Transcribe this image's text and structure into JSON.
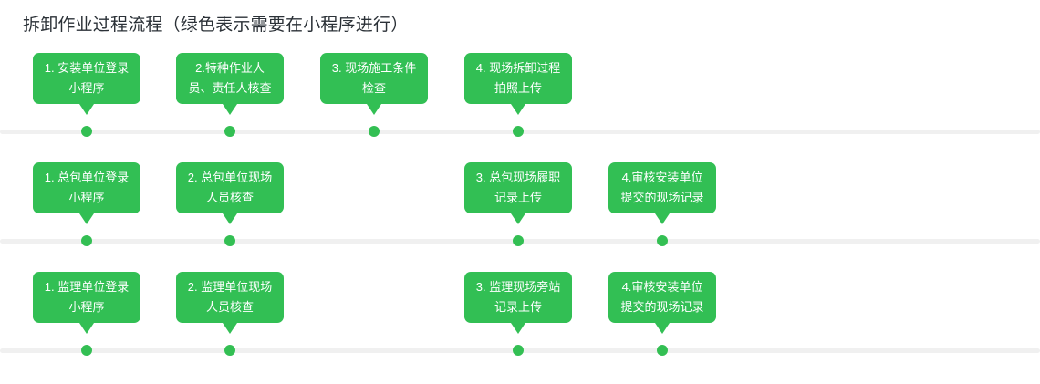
{
  "page": {
    "title": "拆卸作业过程流程（绿色表示需要在小程序进行）",
    "background_color": "#ffffff",
    "title_color": "#2b3137",
    "node_color": "#32bf54",
    "node_text_color": "#ffffff",
    "axis_line_color": "#f0f0f0",
    "dot_color": "#33bf53"
  },
  "rows": [
    {
      "name": "installation-unit-lane",
      "nodes": [
        {
          "column": 1,
          "label": "1. 安装单位登录\n小程序"
        },
        {
          "column": 2,
          "label": "2.特种作业人\n员、责任人核查"
        },
        {
          "column": 3,
          "label": "3. 现场施工条件\n检查"
        },
        {
          "column": 4,
          "label": "4. 现场拆卸过程\n拍照上传"
        }
      ]
    },
    {
      "name": "general-contractor-lane",
      "nodes": [
        {
          "column": 1,
          "label": "1. 总包单位登录\n小程序"
        },
        {
          "column": 2,
          "label": "2. 总包单位现场\n人员核查"
        },
        {
          "column": 4,
          "label": "3. 总包现场履职\n记录上传"
        },
        {
          "column": 5,
          "label": "4.审核安装单位\n提交的现场记录"
        }
      ]
    },
    {
      "name": "supervision-unit-lane",
      "nodes": [
        {
          "column": 1,
          "label": "1. 监理单位登录\n小程序"
        },
        {
          "column": 2,
          "label": "2. 监理单位现场\n人员核查"
        },
        {
          "column": 4,
          "label": "3. 监理现场旁站\n记录上传"
        },
        {
          "column": 5,
          "label": "4.审核安装单位\n提交的现场记录"
        }
      ]
    }
  ]
}
